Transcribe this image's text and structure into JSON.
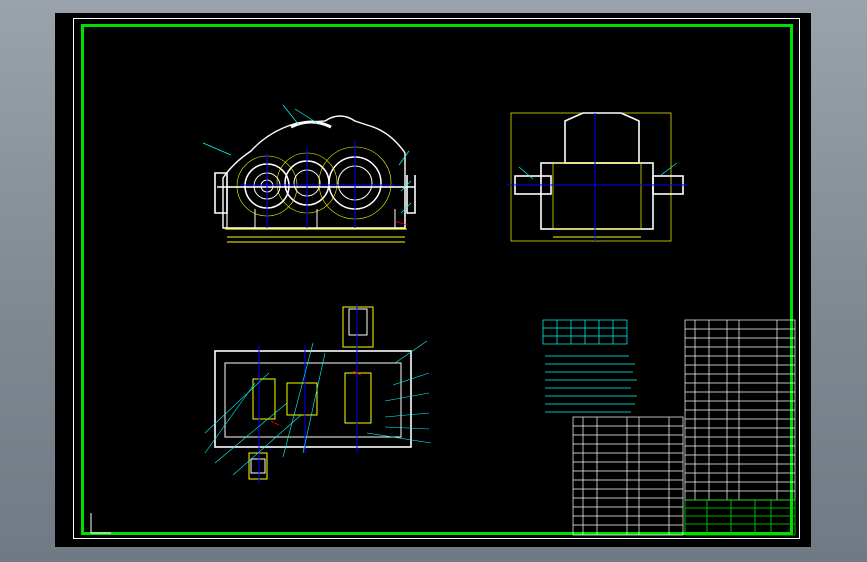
{
  "colors": {
    "background": "#000000",
    "sheet_border": "#00e000",
    "geometry": "#ffffff",
    "hidden_lines": "#ffff00",
    "leaders": "#00ffff",
    "centerlines": "#0000ff",
    "hatch": "#ff0000"
  },
  "views": [
    "front-view",
    "side-view",
    "top-view"
  ],
  "icons": [
    "ucs-icon"
  ]
}
